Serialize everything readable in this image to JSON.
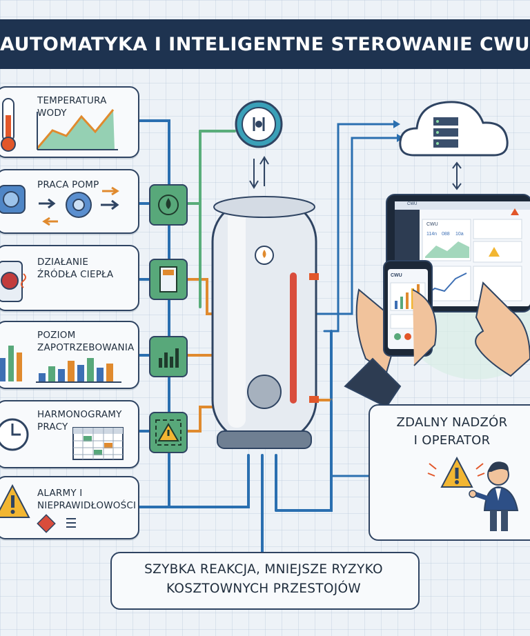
{
  "title": "AUTOMATYKA I INTELIGENTNE STEROWANIE CWU",
  "cards": [
    {
      "label_lines": [
        "TEMPERATURA WODY"
      ]
    },
    {
      "label_lines": [
        "PRACA POMP"
      ]
    },
    {
      "label_lines": [
        "DZIAŁANIE",
        "ŹRÓDŁA CIEPŁA"
      ]
    },
    {
      "label_lines": [
        "POZIOM",
        "ZAPOTRZEBOWANIA"
      ]
    },
    {
      "label_lines": [
        "HARMONOGRAMY",
        "PRACY"
      ]
    },
    {
      "label_lines": [
        "ALARMY I",
        "NIEPRAWIDŁOWOŚCI"
      ]
    }
  ],
  "remote": {
    "line1": "ZDALNY NADZÓR",
    "line2": "I OPERATOR"
  },
  "footer": {
    "line1": "SZYBKA REAKCJA, MNIEJSZE RYZYKO",
    "line2": "KOSZTOWNYCH PRZESTOJÓW"
  },
  "devices": {
    "tablet_title": "CWU",
    "phone_title": "CWU",
    "tablet_stats": [
      "114n",
      "088",
      "10a"
    ]
  },
  "colors": {
    "banner": "#1e3350",
    "hub": "#58a87a",
    "pipe_blue": "#2a6fb0",
    "pipe_orange": "#e08a2e",
    "pipe_green": "#59ad7a"
  }
}
